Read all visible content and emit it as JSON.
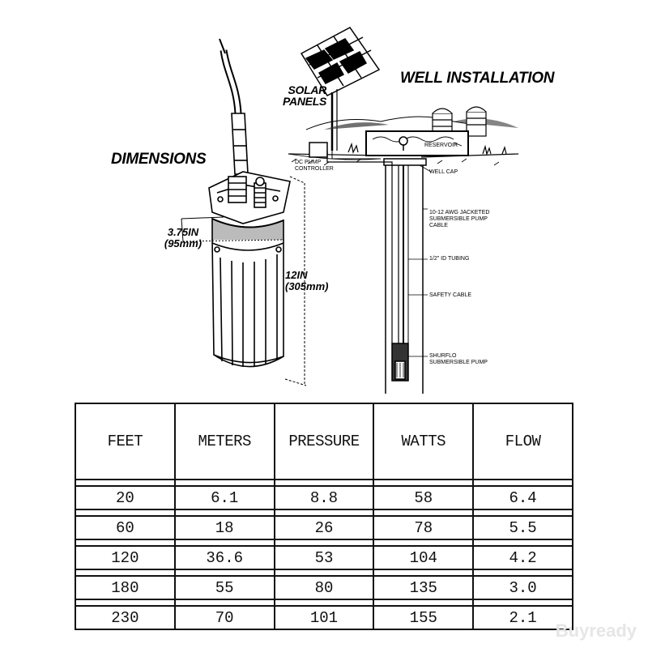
{
  "dimensions": {
    "heading": "DIMENSIONS",
    "diameter_in": "3.75IN",
    "diameter_mm": "(95mm)",
    "height_in": "12IN",
    "height_mm": "(305mm)"
  },
  "installation": {
    "heading": "WELL INSTALLATION",
    "solar_line1": "SOLAR",
    "solar_line2": "PANELS",
    "reservoir": "RESERVOIR",
    "controller_line1": "DC PUMP",
    "controller_line2": "CONTROLLER",
    "well_cap": "WELL CAP",
    "cable_line1": "10-12  AWG JACKETED",
    "cable_line2": "SUBMERSIBLE PUMP",
    "cable_line3": "CABLE",
    "tubing": "1/2\" ID TUBING",
    "safety": "SAFETY CABLE",
    "pump_line1": "SHURflo",
    "pump_line2": "SUBMERSIBLE PUMP"
  },
  "table": {
    "headers": [
      "FEET",
      "METERS",
      "PRESSURE",
      "WATTS",
      "FLOW"
    ],
    "rows": [
      [
        "20",
        "6.1",
        "8.8",
        "58",
        "6.4"
      ],
      [
        "60",
        "18",
        "26",
        "78",
        "5.5"
      ],
      [
        "120",
        "36.6",
        "53",
        "104",
        "4.2"
      ],
      [
        "180",
        "55",
        "80",
        "135",
        "3.0"
      ],
      [
        "230",
        "70",
        "101",
        "155",
        "2.1"
      ]
    ]
  },
  "watermark": "Buyready"
}
